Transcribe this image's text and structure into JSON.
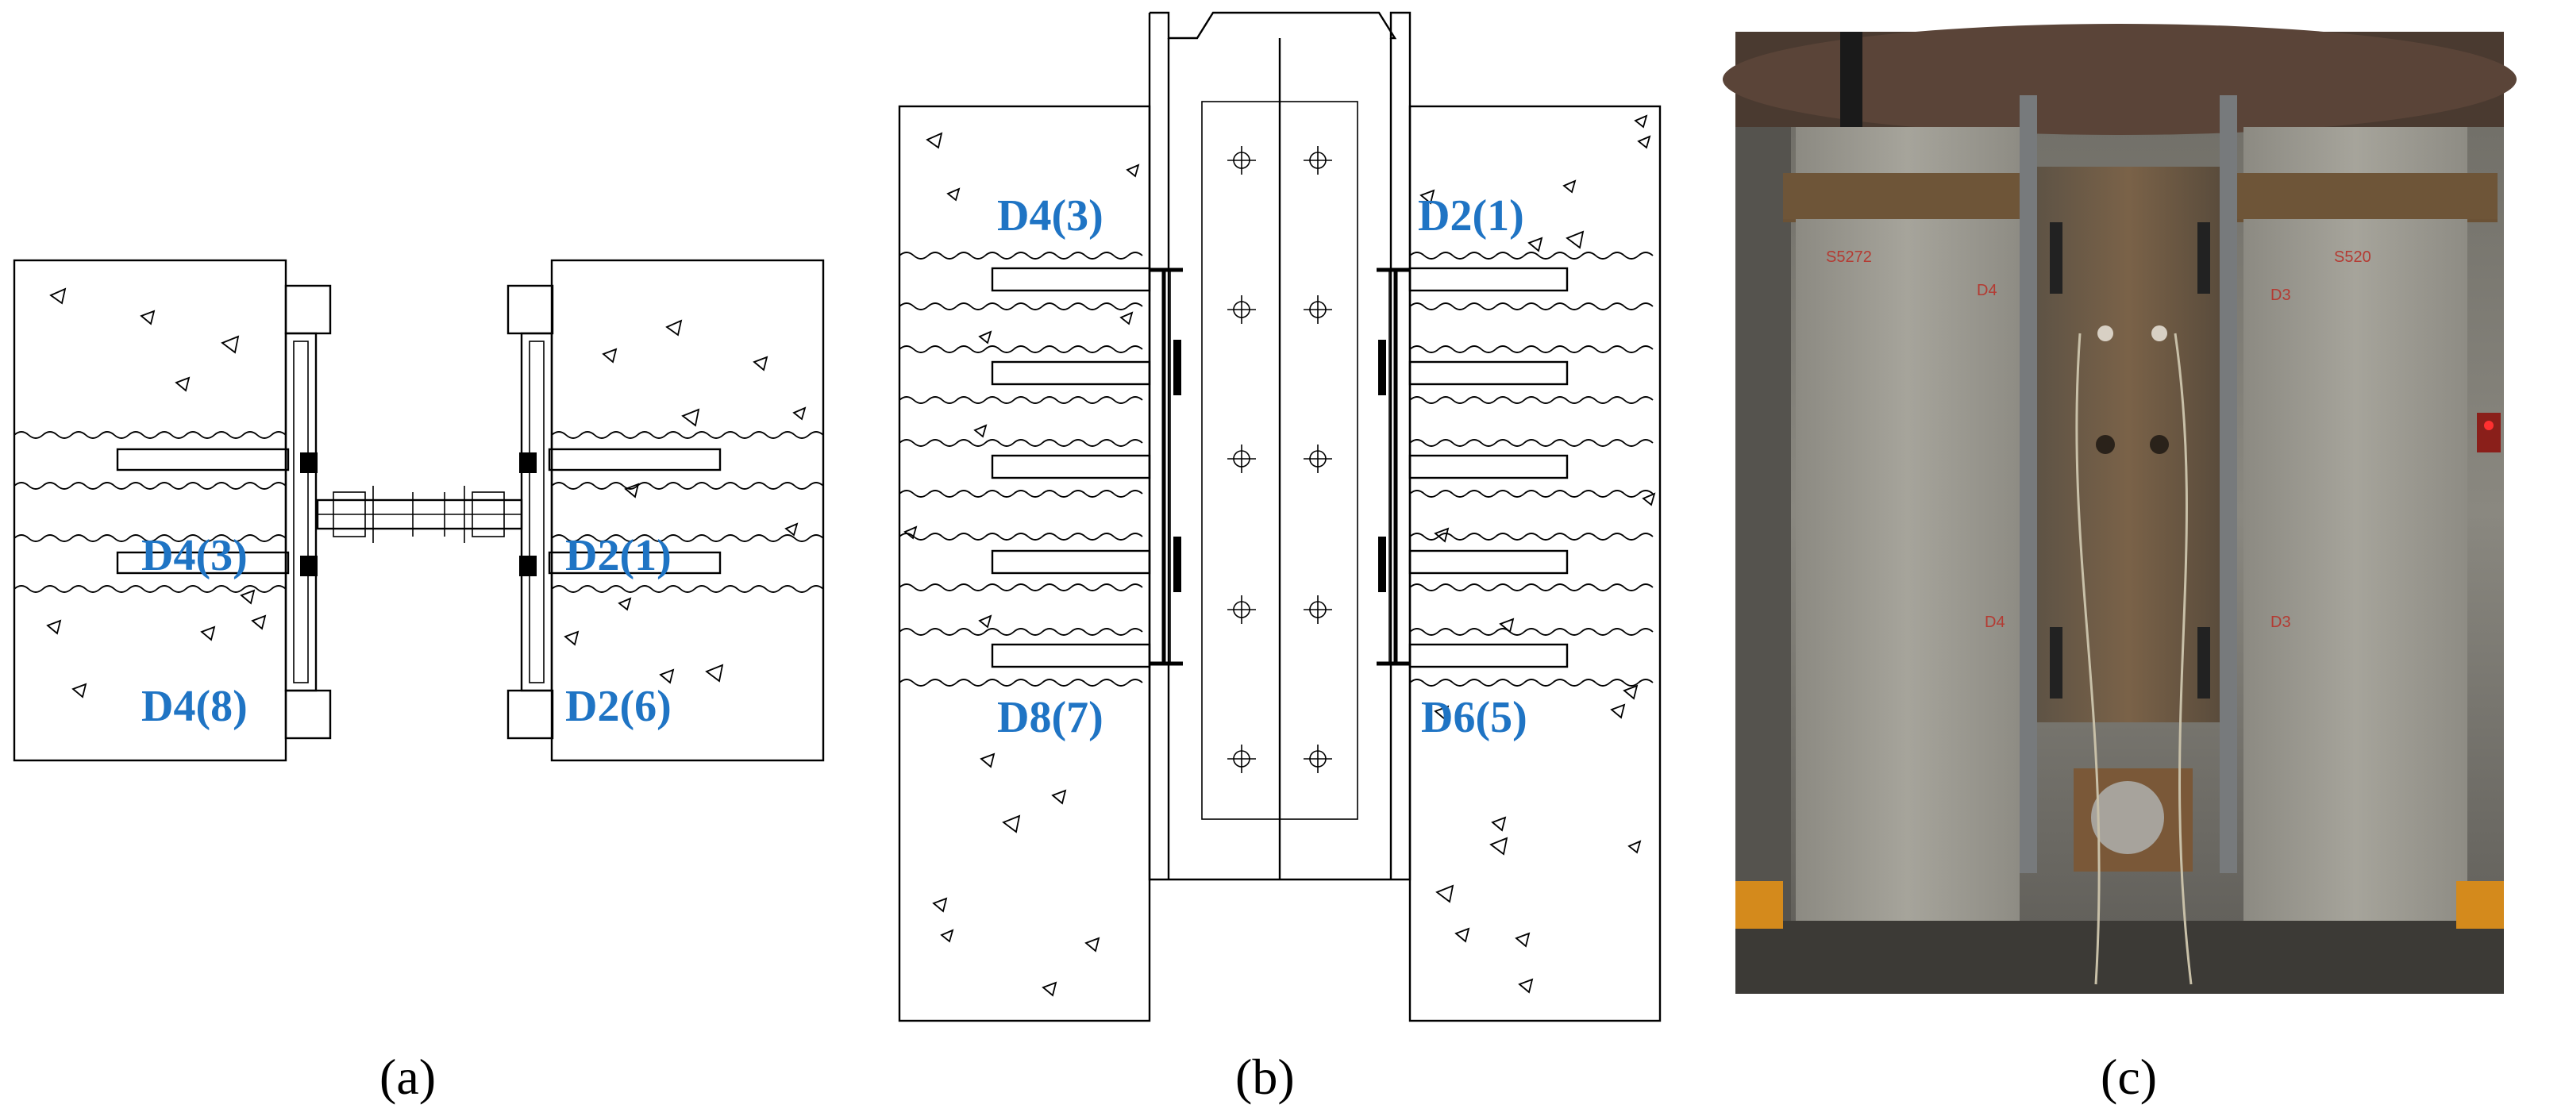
{
  "panels": {
    "a": {
      "caption": "(a)",
      "labels": [
        "D4(3)",
        "D2(1)",
        "D4(8)",
        "D2(6)"
      ]
    },
    "b": {
      "caption": "(b)",
      "labels": [
        "D4(3)",
        "D2(1)",
        "D8(7)",
        "D6(5)"
      ]
    },
    "c": {
      "caption": "(c)",
      "photo_marks": [
        "S5272",
        "D4",
        "S520",
        "D3",
        "D4",
        "D3"
      ]
    }
  },
  "colors": {
    "label_blue": "#1f74c4",
    "line": "#000000",
    "concrete": "#9a9890",
    "steel": "#5a4a3a"
  }
}
